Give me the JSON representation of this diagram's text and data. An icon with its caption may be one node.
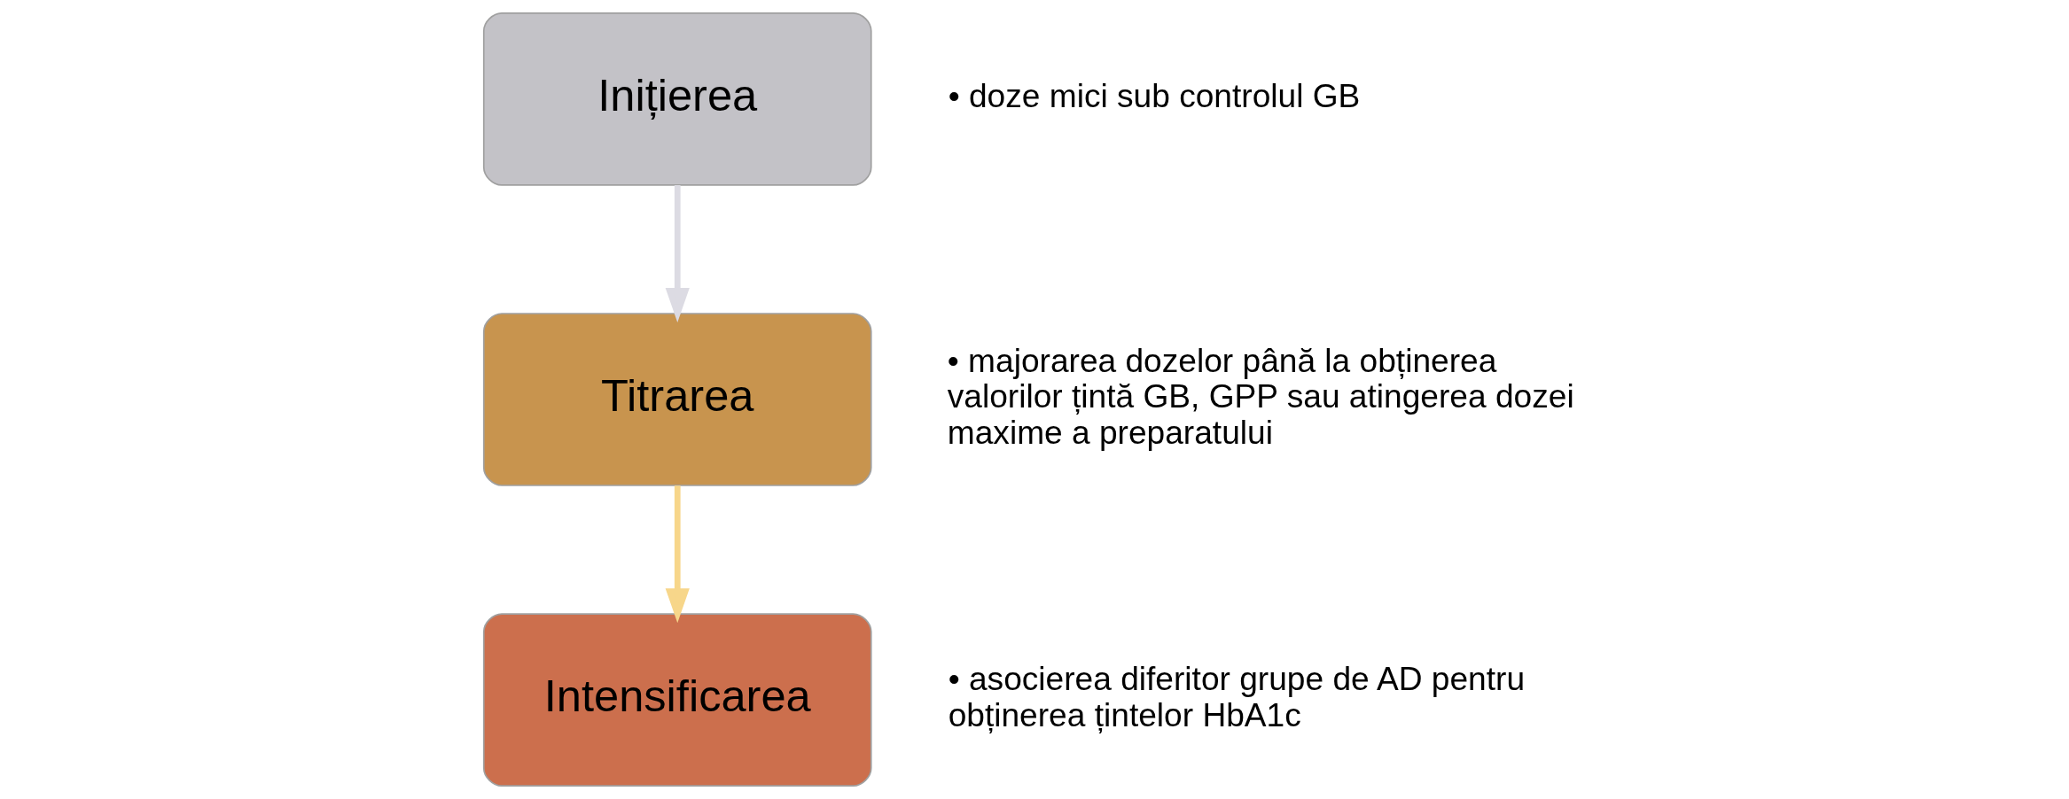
{
  "diagram": {
    "nodes": [
      {
        "text": [
          "Inițierea"
        ],
        "beside": [
          "• doze mici sub controlul GB"
        ]
      },
      {
        "text": [
          "Titrarea"
        ],
        "beside": [
          "• majorarea dozelor până la obținerea valorilor țintă GB, GPP sau atingerea dozei maxime a preparatului"
        ]
      },
      {
        "text": [
          "Intensificarea"
        ],
        "beside": [
          "• asocierea diferitor grupe de AD pentru obținerea țintelor HbA1c"
        ]
      }
    ],
    "edges": [
      {
        "from": 0,
        "to": 1,
        "arrow": "to",
        "color": "#dcdbe3"
      },
      {
        "from": 1,
        "to": 2,
        "arrow": "to",
        "color": "#f7d68a"
      }
    ]
  }
}
